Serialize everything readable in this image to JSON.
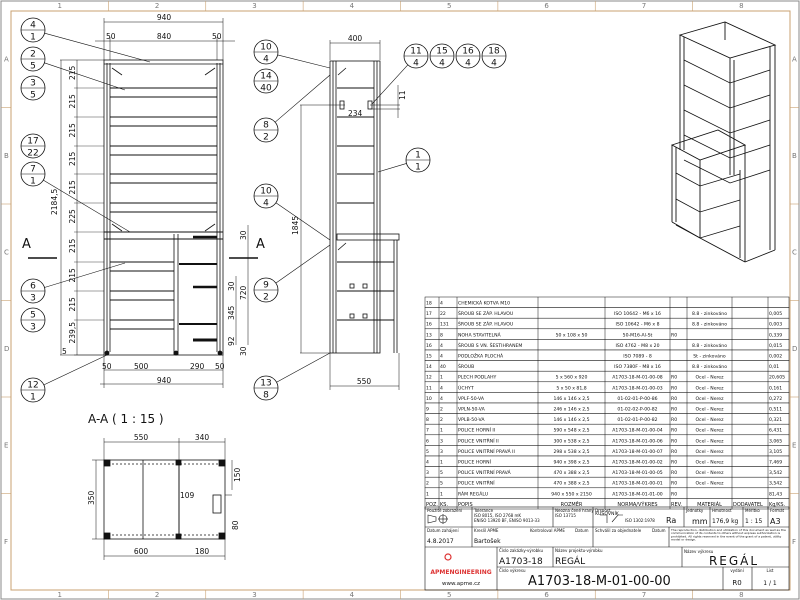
{
  "grid": {
    "columns": [
      "1",
      "2",
      "3",
      "4",
      "5",
      "6",
      "7",
      "8"
    ],
    "rows": [
      "A",
      "B",
      "C",
      "D",
      "E",
      "F"
    ]
  },
  "front_view": {
    "section_mark": "A",
    "dims": {
      "overall_width": "940",
      "inner_width": "840",
      "left_post": "50",
      "right_post": "50",
      "height": "2184,5",
      "spacings": [
        "215",
        "215",
        "215",
        "215",
        "215",
        "225",
        "215",
        "215",
        "215",
        "239,5"
      ],
      "foot": "5",
      "right_30a": "30",
      "right_720": "720",
      "right_30b": "30",
      "right_345": "345",
      "right_92": "92",
      "right_30c": "30",
      "bottom_50a": "50",
      "bottom_500": "500",
      "bottom_290": "290",
      "bottom_50b": "50",
      "bottom_940": "940"
    }
  },
  "side_view": {
    "dims": {
      "top": "400",
      "inner": "234",
      "gap": "11",
      "height": "1845",
      "bottom": "550"
    }
  },
  "section_view": {
    "title": "A-A ( 1 : 15 )",
    "dims": {
      "w1": "550",
      "w2": "340",
      "h1": "350",
      "h2": "150",
      "h3": "109",
      "h4": "80",
      "w3": "600",
      "w4": "180"
    }
  },
  "balloons": [
    {
      "top": "4",
      "bottom": "1"
    },
    {
      "top": "2",
      "bottom": "5"
    },
    {
      "top": "3",
      "bottom": "5"
    },
    {
      "top": "17",
      "bottom": "22"
    },
    {
      "top": "7",
      "bottom": "1"
    },
    {
      "top": "6",
      "bottom": "3"
    },
    {
      "top": "5",
      "bottom": "3"
    },
    {
      "top": "12",
      "bottom": "1"
    },
    {
      "top": "10",
      "bottom": "4"
    },
    {
      "top": "14",
      "bottom": "40"
    },
    {
      "top": "8",
      "bottom": "2"
    },
    {
      "top": "10",
      "bottom": "4"
    },
    {
      "top": "9",
      "bottom": "2"
    },
    {
      "top": "13",
      "bottom": "8"
    },
    {
      "top": "11",
      "bottom": "4"
    },
    {
      "top": "15",
      "bottom": "4"
    },
    {
      "top": "16",
      "bottom": "4"
    },
    {
      "top": "18",
      "bottom": "4"
    },
    {
      "top": "1",
      "bottom": "1"
    }
  ],
  "parts_list": {
    "title": "KUSOVNÍK",
    "headers": [
      "POZ.",
      "KS.",
      "POPIS",
      "ROZMĚR",
      "NORMA/VÝKRES",
      "REV.",
      "MATERIÁL",
      "DODAVATEL",
      "Kg/KS."
    ],
    "rows": [
      [
        "18",
        "4",
        "CHEMICKÁ KOTVA M10",
        "",
        "",
        "",
        "",
        "",
        ""
      ],
      [
        "17",
        "22",
        "ŠROUB SE ZÁP. HLAVOU",
        "",
        "ISO 10642 - M6 x 16",
        "",
        "8.8 - zinkováno",
        "",
        "0,005"
      ],
      [
        "16",
        "131",
        "ŠROUB SE ZÁP. HLAVOU",
        "",
        "ISO 10642 - M6 x 8",
        "",
        "8.8 - zinkováno",
        "",
        "0,003"
      ],
      [
        "13",
        "8",
        "NOHA STAVITELNÁ",
        "50 x 108 x 50",
        "50-M16-Al-St",
        "R0",
        "",
        "",
        "0,339"
      ],
      [
        "16",
        "4",
        "ŠROUB S VN. ŠESTIHRANEM",
        "",
        "ISO 4762 - M8 x 20",
        "",
        "8.8 - zinkováno",
        "",
        "0,015"
      ],
      [
        "15",
        "4",
        "PODLOŽKA PLOCHÁ",
        "",
        "ISO 7089 - 8",
        "",
        "St - zinkováno",
        "",
        "0,002"
      ],
      [
        "14",
        "40",
        "ŠROUB",
        "",
        "ISO 7380F - M8 x 16",
        "",
        "8.8 - zinkováno",
        "",
        "0,01"
      ],
      [
        "12",
        "1",
        "PLECH PODLAHY",
        "5 x 560 x 920",
        "A1703-18-M-01-00-08",
        "R0",
        "Ocel - Nerez",
        "",
        "20,605"
      ],
      [
        "11",
        "4",
        "ÚCHYT",
        "5 x 50 x 81,8",
        "A1703-18-M-01-00-03",
        "R0",
        "Ocel - Nerez",
        "",
        "0,161"
      ],
      [
        "10",
        "4",
        "VPLF-50-VA",
        "146 x 146 x 2,5",
        "01-02-01-P-00-86",
        "R0",
        "Ocel - Nerez",
        "",
        "0,272"
      ],
      [
        "9",
        "2",
        "VPLN-50-VA",
        "246 x 146 x 2,5",
        "01-02-02-P-00-82",
        "R0",
        "Ocel - Nerez",
        "",
        "0,511"
      ],
      [
        "8",
        "2",
        "VPLB-50-VA",
        "146 x 146 x 2,5",
        "01-02-01-P-00-82",
        "R0",
        "Ocel - Nerez",
        "",
        "0,321"
      ],
      [
        "7",
        "1",
        "POLICE HORNÍ II",
        "590 x 548 x 2,5",
        "A1703-18-M-01-00-04",
        "R0",
        "Ocel - Nerez",
        "",
        "6,431"
      ],
      [
        "6",
        "3",
        "POLICE VNITŘNÍ II",
        "300 x 538 x 2,5",
        "A1703-18-M-01-00-06",
        "R0",
        "Ocel - Nerez",
        "",
        "3,065"
      ],
      [
        "5",
        "3",
        "POLICE VNITŘNÍ PRAVÁ II",
        "298 x 538 x 2,5",
        "A1703-18-M-01-00-07",
        "R0",
        "Ocel - Nerez",
        "",
        "3,105"
      ],
      [
        "4",
        "1",
        "POLICE HORNÍ",
        "940 x 398 x 2,5",
        "A1703-18-M-01-00-02",
        "R0",
        "Ocel - Nerez",
        "",
        "7,469"
      ],
      [
        "3",
        "5",
        "POLICE VNITŘNÍ PRAVÁ",
        "470 x 388 x 2,5",
        "A1703-18-M-01-00-05",
        "R0",
        "Ocel - Nerez",
        "",
        "3,542"
      ],
      [
        "2",
        "5",
        "POLICE VNITŘNÍ",
        "470 x 388 x 2,5",
        "A1703-18-M-01-00-01",
        "R0",
        "Ocel - Nerez",
        "",
        "3,542"
      ],
      [
        "1",
        "1",
        "RÁM REGÁLU",
        "940 x 550 x 2150",
        "A1703-18-M-01-01-00",
        "R0",
        "",
        "",
        "81,43"
      ]
    ]
  },
  "title_block": {
    "projection_label": "Použité zobrazení",
    "tolerance_label": "Tolerance",
    "tolerance_value": "ISO 8015, ISO 2768 mK",
    "tolerance_value2": "ENISO 13920 BF, ENISO 9013-33",
    "edges_label": "Neozna čené hrany",
    "edges_value": "ISO 13715",
    "roughness_label": "Drsnost",
    "roughness_value": "ISO 1302:1978",
    "roughness_symbol": "Ra",
    "units_label": "Jednotky",
    "units_value": "mm",
    "mass_label": "Hmotnost",
    "mass_value": "176,9 kg",
    "scale_label": "Měřítko",
    "scale_value": "1 : 15",
    "format_label": "Formát",
    "format_value": "A3",
    "start_date_label": "Datum zahájení",
    "start_date": "4.8.2017",
    "drawn_label": "Kreslil APME",
    "drawn_by": "Bartošek",
    "checked_label": "Kontroloval APME",
    "date_label": "Datum",
    "approved_label": "Schválil za objednatele",
    "date_label2": "Datum",
    "copyright": "The reproduction, distribution and utilization of this document as well as the communication of its contents to others without express authorization is prohibited. All rights reserved in the event of the grant of a patent, utility model or design.",
    "company": "APMENGINEERING",
    "website": "www.apme.cz",
    "order_label": "Číslo zakázky-výrobku",
    "order_value": "A1703-18",
    "project_label": "Název projektu-výrobku",
    "project_value": "REGÁL",
    "drawing_name_label": "Název výkresu",
    "drawing_name": "REGÁL",
    "drawing_no_label": "Číslo výkresu",
    "drawing_no": "A1703-18-M-01-00-00",
    "issue_label": "vydání",
    "issue": "R0",
    "sheet_label": "List",
    "sheet": "1 / 1"
  }
}
